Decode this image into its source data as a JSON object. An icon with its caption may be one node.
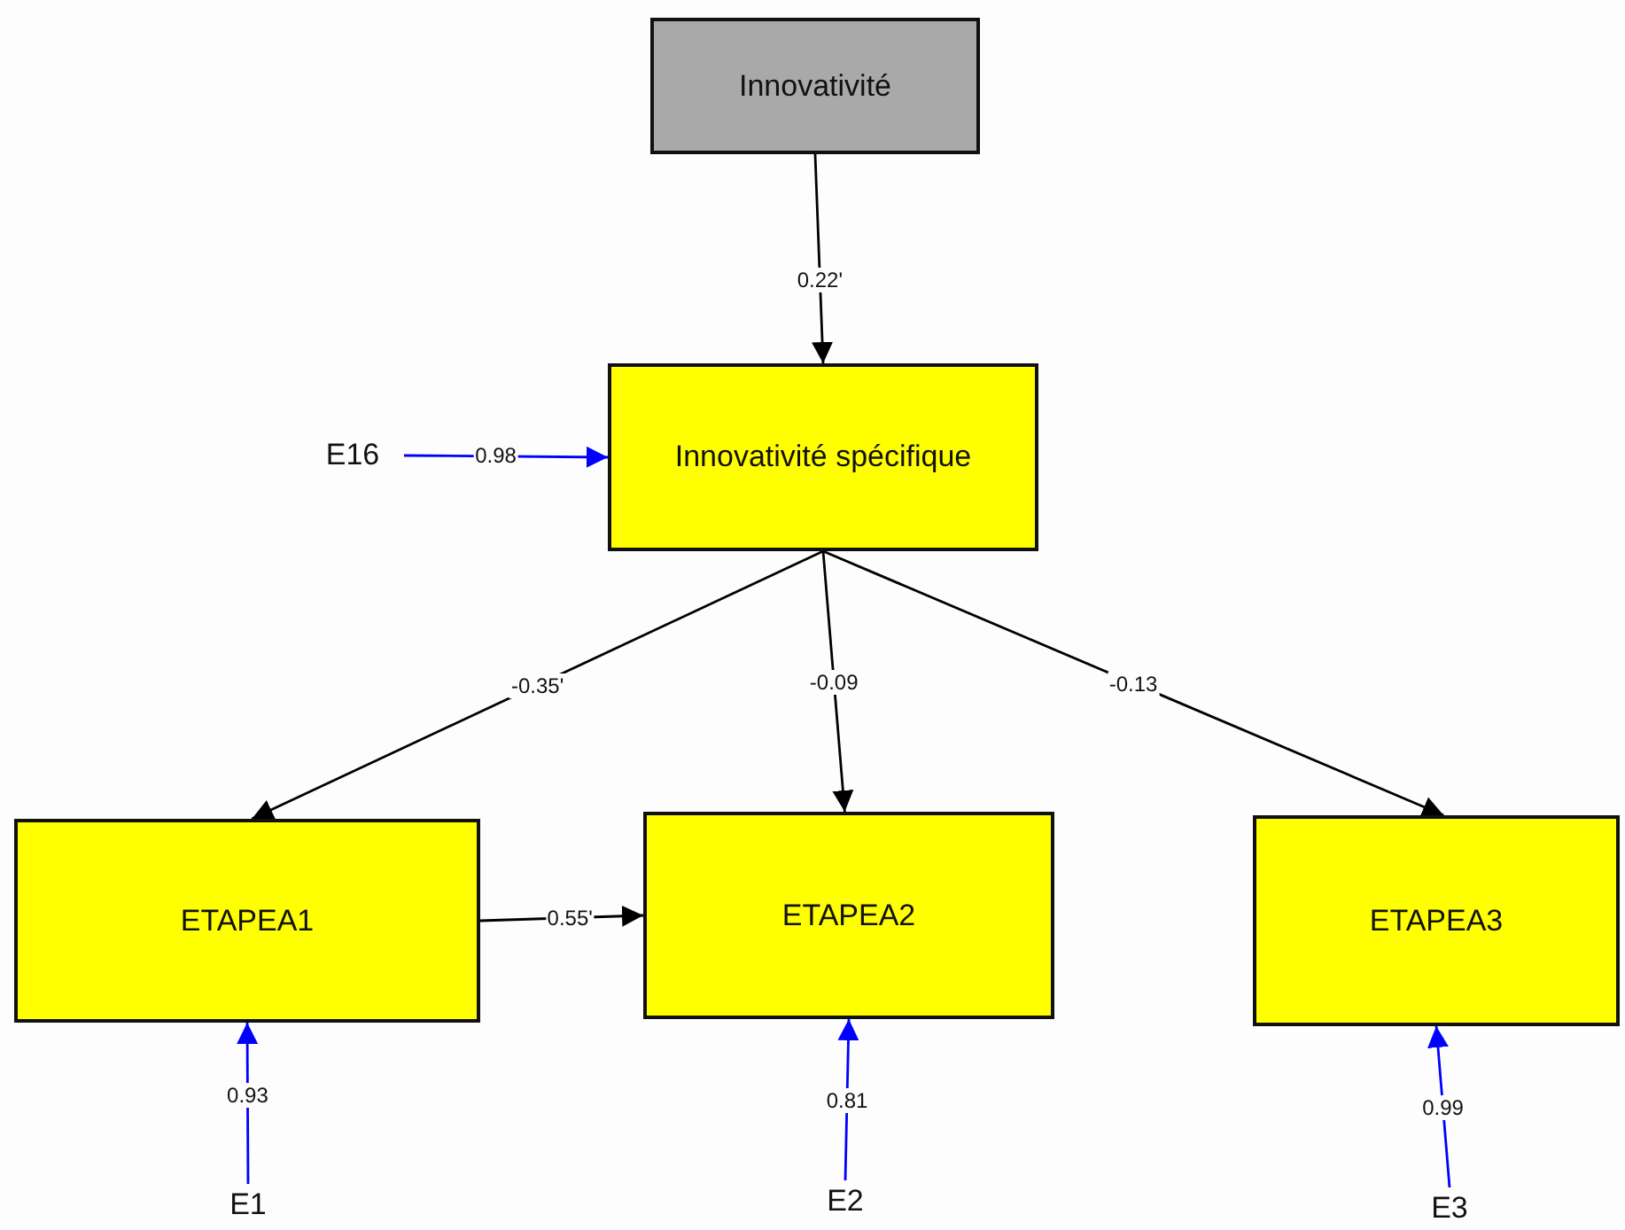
{
  "diagram": {
    "nodes": [
      {
        "text": [
          "Innovativité"
        ]
      },
      {
        "text": [
          "Innovativité spécifique"
        ]
      },
      {
        "text": [
          "ETAPEA1"
        ]
      },
      {
        "text": [
          "ETAPEA2"
        ]
      },
      {
        "text": [
          "ETAPEA3"
        ]
      },
      {
        "text": [
          "E16"
        ]
      },
      {
        "text": [
          "E1"
        ]
      },
      {
        "text": [
          "E2"
        ]
      },
      {
        "text": [
          "E3"
        ]
      }
    ],
    "edges": [
      {
        "from": 0,
        "to": 1,
        "arrow": "to",
        "label": "0.22'"
      },
      {
        "from": 5,
        "to": 1,
        "arrow": "to",
        "label": "0.98",
        "color": "#0000ff"
      },
      {
        "from": 1,
        "to": 2,
        "arrow": "to",
        "label": "-0.35'"
      },
      {
        "from": 1,
        "to": 3,
        "arrow": "to",
        "label": "-0.09"
      },
      {
        "from": 1,
        "to": 4,
        "arrow": "to",
        "label": "-0.13"
      },
      {
        "from": 2,
        "to": 3,
        "arrow": "to",
        "label": "0.55'"
      },
      {
        "from": 6,
        "to": 2,
        "arrow": "to",
        "label": "0.93",
        "color": "#0000ff"
      },
      {
        "from": 7,
        "to": 3,
        "arrow": "to",
        "label": "0.81",
        "color": "#0000ff"
      },
      {
        "from": 8,
        "to": 4,
        "arrow": "to",
        "label": "0.99",
        "color": "#0000ff"
      }
    ]
  }
}
